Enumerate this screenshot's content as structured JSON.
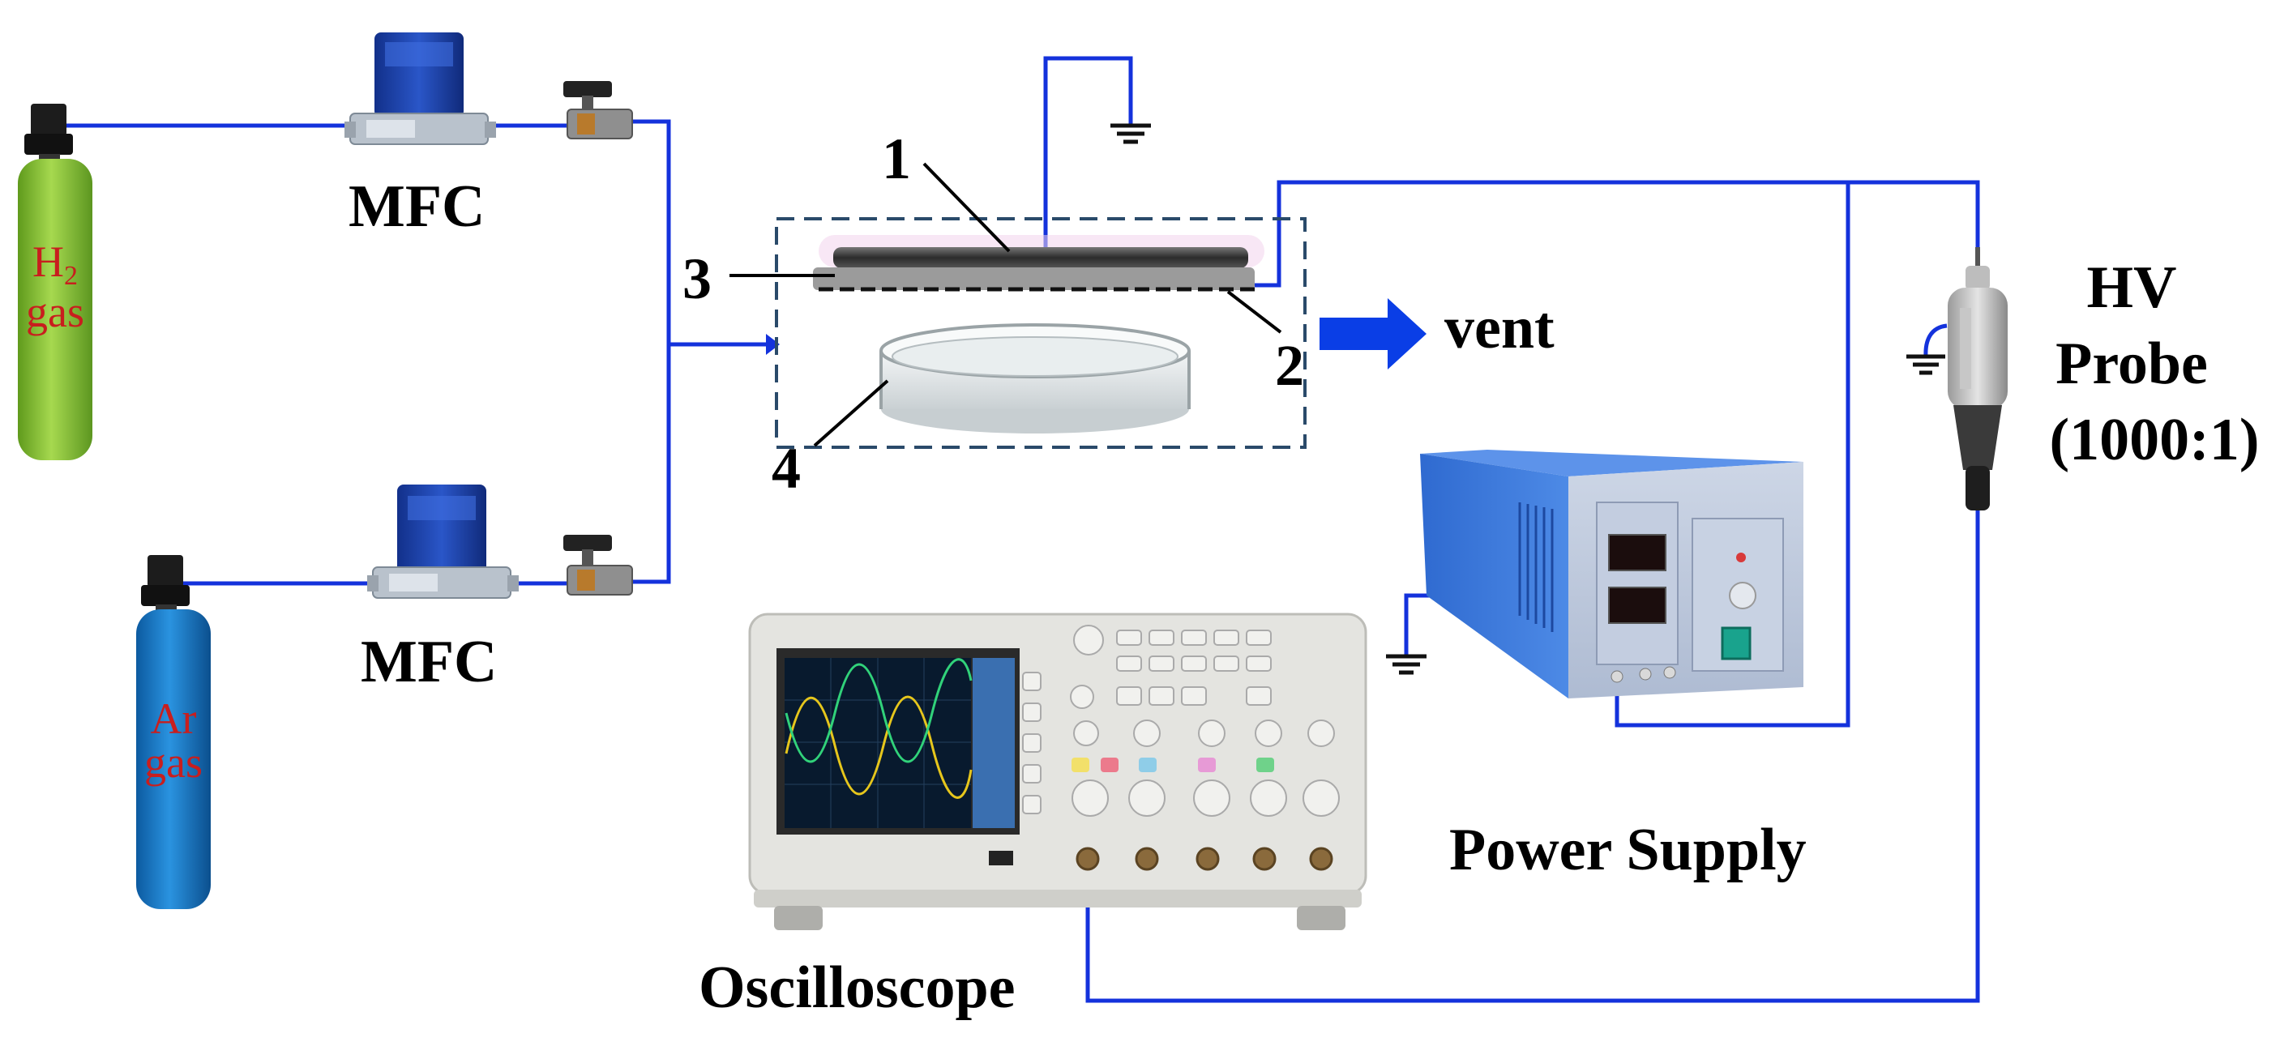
{
  "cylinders": [
    {
      "id": "h2",
      "label_main": "H",
      "label_sub": "2",
      "label_line2": "gas",
      "color": "#8cc63f"
    },
    {
      "id": "ar",
      "label_main": "Ar",
      "label_line2": "gas",
      "color": "#1878c8"
    }
  ],
  "mfc_label": "MFC",
  "part_labels": {
    "p1": "1",
    "p2": "2",
    "p3": "3",
    "p4": "4"
  },
  "vent_label": "vent",
  "probe_label": {
    "line1": "HV",
    "line2": "Probe",
    "line3": "(1000:1)"
  },
  "power_supply_label": "Power Supply",
  "oscilloscope_label": "Oscilloscope",
  "colors": {
    "wire": "#1432dc",
    "arrow": "#0a3ee6",
    "dash": "#2a4a6a"
  }
}
